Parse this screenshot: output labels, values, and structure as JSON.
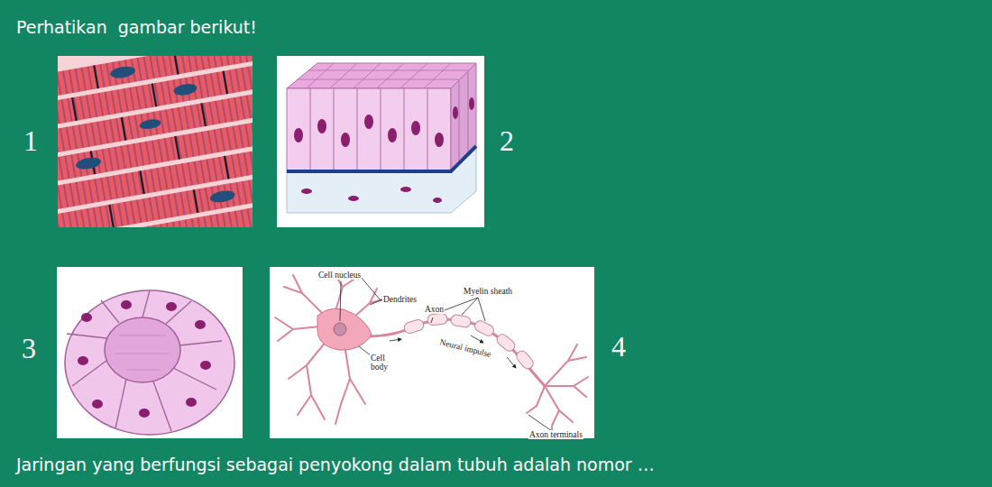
{
  "diagram": {
    "title": "Perhatikan  gambar berikut!",
    "caption": "Jaringan yang berfungsi sebagai penyokong dalam tubuh adalah nomor …",
    "labels": [
      "1",
      "2",
      "3",
      "4",
      "Cell nucleus",
      "Dendrites",
      "Myelin sheath",
      "Axon",
      "Neural impulse",
      "Cell body",
      "Axon terminals"
    ]
  }
}
